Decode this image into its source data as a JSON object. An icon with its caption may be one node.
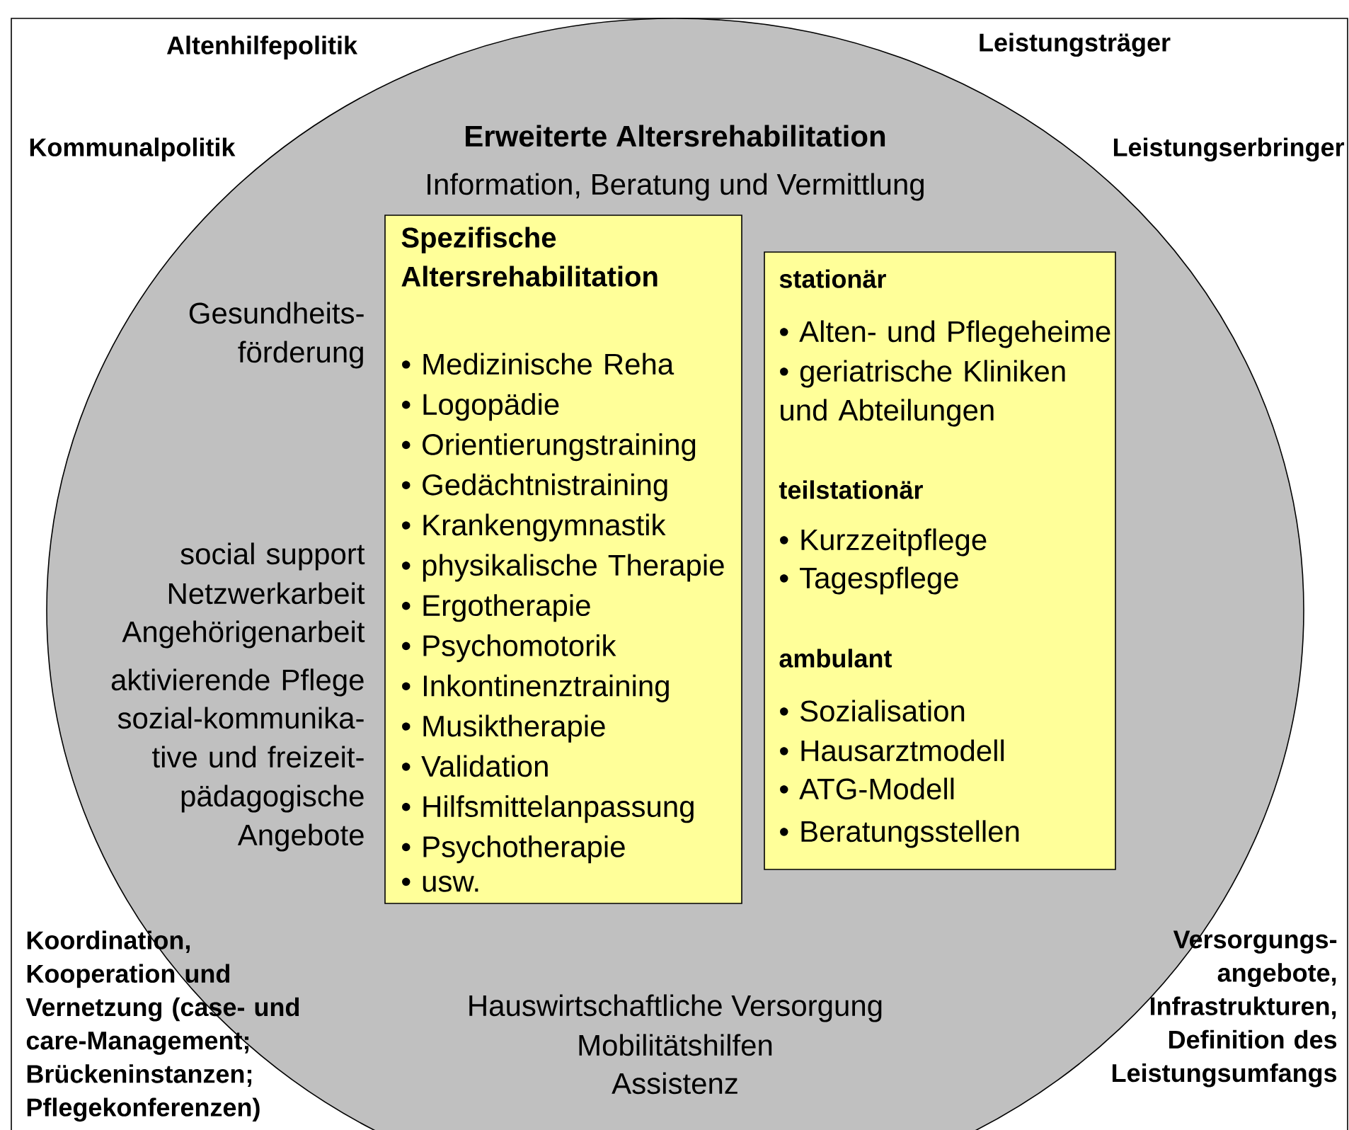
{
  "diagram": {
    "nodes": [
      {
        "text": [
          "Erweiterte Altersrehabilitation",
          "Information, Beratung und Vermittlung",
          "Gesundheits- förderung",
          "social support",
          "Netzwerkarbeit",
          "Angehörigenarbeit",
          "aktivierende Pflege",
          "sozial-kommunika- tive und freizeit- pädagogische Angebote",
          "Hauswirtschaftliche Versorgung",
          "Mobilitätshilfen",
          "Assistenz"
        ]
      },
      {
        "text": [
          "Spezifische Altersrehabilitation",
          "• Medizinische Reha",
          "• Logopädie",
          "• Orientierungstraining",
          "• Gedächtnistraining",
          "• Krankengymnastik",
          "• physikalische Therapie",
          "• Ergotherapie",
          "• Psychomotorik",
          "• Inkontinenztraining",
          "• Musiktherapie",
          "• Validation",
          "• Hilfsmittelanpassung",
          "• Psychotherapie",
          "• usw."
        ],
        "in": 0
      },
      {
        "text": [
          "stationär",
          "• Alten- und Pflegeheime",
          "• geriatrische Kliniken und Abteilungen",
          "teilstationär",
          "• Kurzzeitpflege",
          "• Tagespflege",
          "ambulant",
          "• Sozialisation",
          "• Hausarztmodell",
          "• ATG-Modell",
          "• Beratungsstellen"
        ],
        "in": 0
      }
    ],
    "labels": [
      "Altenhilfepolitik",
      "Leistungsträger",
      "Kommunalpolitik",
      "Leistungserbringer",
      "Koordination, Kooperation und Vernetzung (case- und care-Management; Brückeninstanzen; Pflegekonferenzen)",
      "Versorgungs- angebote, Infrastrukturen, Definition des Leistungsumfangs"
    ]
  }
}
